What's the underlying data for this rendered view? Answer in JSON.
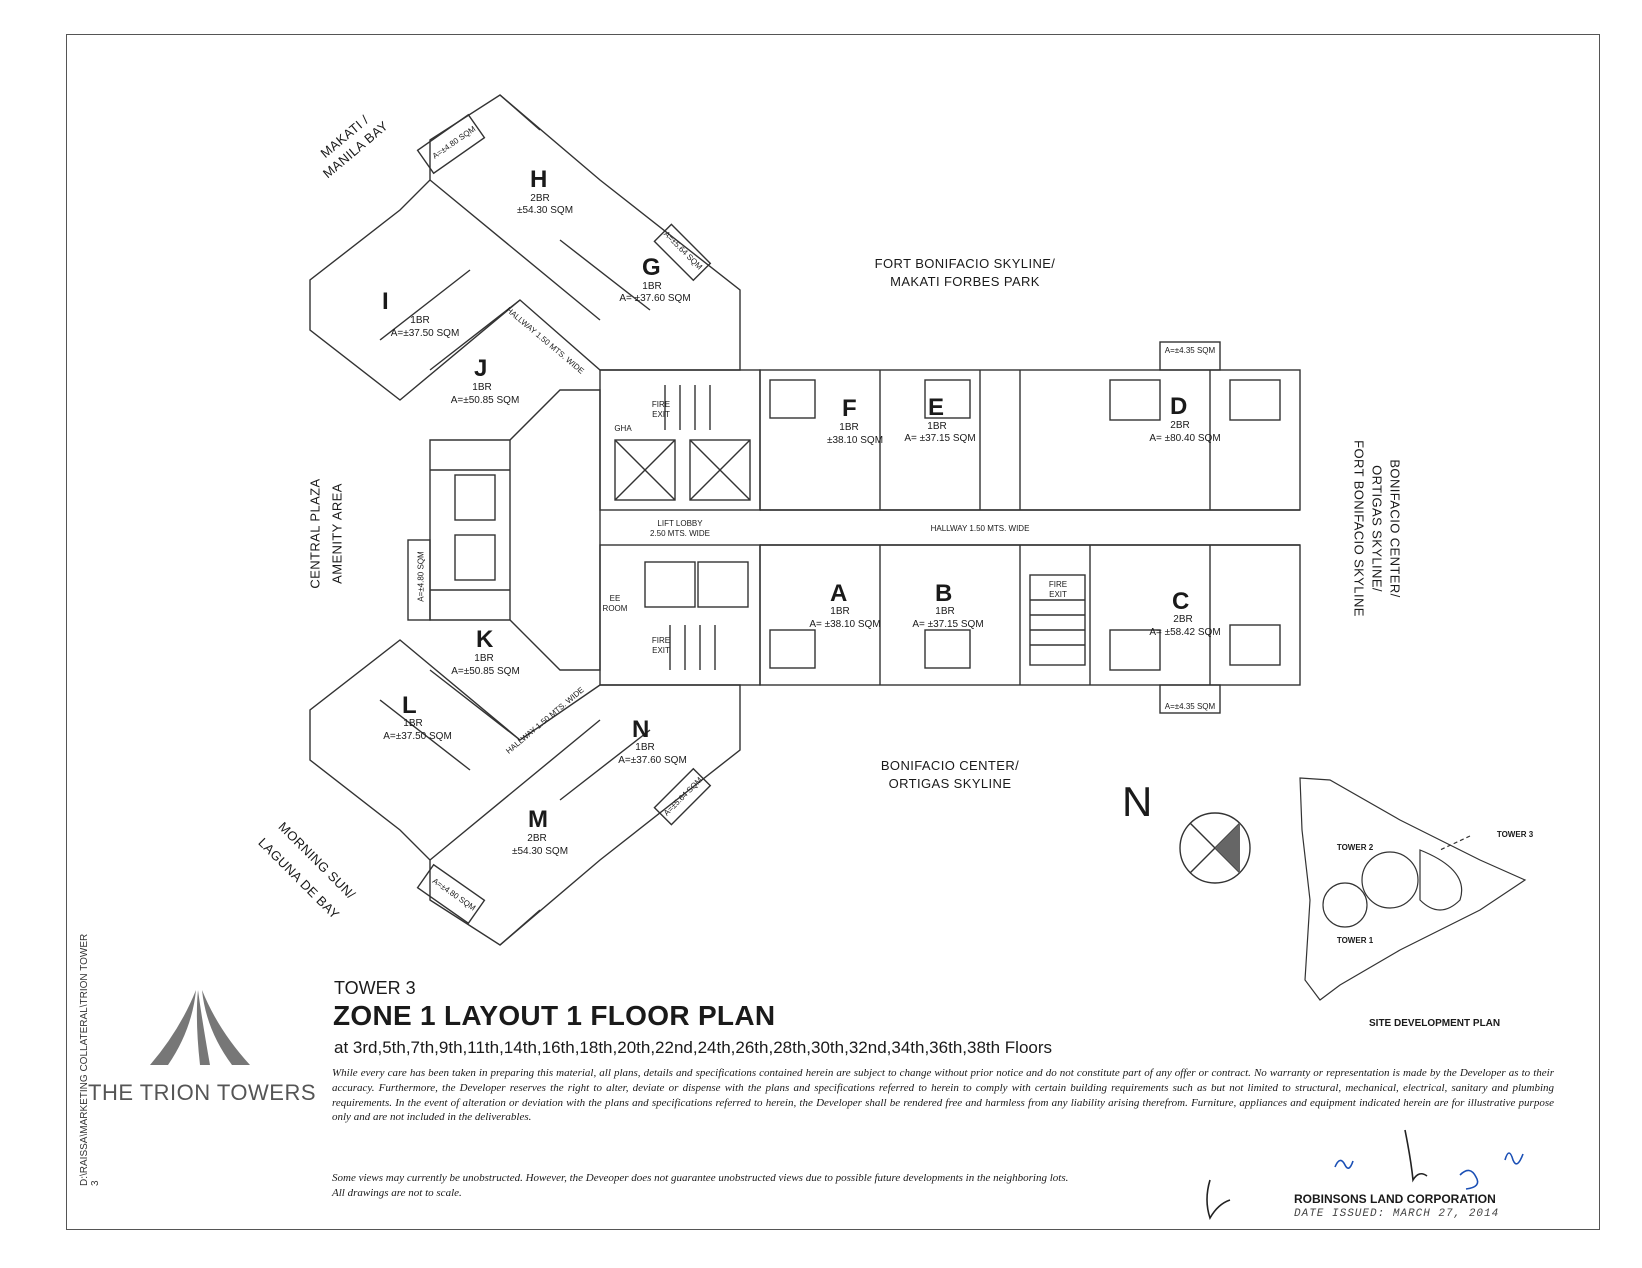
{
  "views": {
    "top_left": "MAKATI /\nMANILA BAY",
    "top_center_1": "FORT BONIFACIO SKYLINE/",
    "top_center_2": "MAKATI FORBES PARK",
    "left_1": "CENTRAL PLAZA",
    "left_2": "AMENITY AREA",
    "bottom_center_1": "BONIFACIO CENTER/",
    "bottom_center_2": "ORTIGAS SKYLINE",
    "right_1": "BONIFACIO CENTER/",
    "right_2": "ORTIGAS SKYLINE/",
    "right_3": "FORT BONIFACIO SKYLINE",
    "bottom_left_1": "MORNING SUN/",
    "bottom_left_2": "LAGUNA DE BAY"
  },
  "units": [
    {
      "letter": "H",
      "type": "2BR",
      "area": "±54.30 SQM"
    },
    {
      "letter": "G",
      "type": "1BR",
      "area": "A= ±37.60 SQM"
    },
    {
      "letter": "I",
      "type": "1BR",
      "area": "A=±37.50 SQM"
    },
    {
      "letter": "J",
      "type": "1BR",
      "area": "A=±50.85 SQM"
    },
    {
      "letter": "F",
      "type": "1BR",
      "area": "±38.10 SQM"
    },
    {
      "letter": "E",
      "type": "1BR",
      "area": "A= ±37.15 SQM"
    },
    {
      "letter": "D",
      "type": "2BR",
      "area": "A= ±80.40 SQM"
    },
    {
      "letter": "A",
      "type": "1BR",
      "area": "A= ±38.10 SQM"
    },
    {
      "letter": "B",
      "type": "1BR",
      "area": "A= ±37.15 SQM"
    },
    {
      "letter": "C",
      "type": "2BR",
      "area": "A= ±58.42 SQM"
    },
    {
      "letter": "K",
      "type": "1BR",
      "area": "A=±50.85 SQM"
    },
    {
      "letter": "L",
      "type": "1BR",
      "area": "A=±37.50 SQM"
    },
    {
      "letter": "N",
      "type": "1BR",
      "area": "A=±37.60 SQM"
    },
    {
      "letter": "M",
      "type": "2BR",
      "area": "±54.30 SQM"
    }
  ],
  "balconies": {
    "h": "A=±4.80 SQM",
    "g": "A=±5.64 SQM",
    "d": "A=±4.35 SQM",
    "left": "A=±4.80 SQM",
    "c": "A=±4.35 SQM",
    "n": "A=±5.64 SQM",
    "m": "A=±4.80 SQM"
  },
  "labels": {
    "fire_exit": "FIRE\nEXIT",
    "gha": "GHA",
    "ee_room": "EE\nROOM",
    "lift_lobby": "LIFT LOBBY\n2.50 MTS. WIDE",
    "hallway": "HALLWAY 1.50 MTS. WIDE",
    "hallway_diag": "HALLWAY 1.50 MTS. WIDE"
  },
  "north": "N",
  "site": {
    "title": "SITE DEVELOPMENT PLAN",
    "tower1": "TOWER 1",
    "tower2": "TOWER 2",
    "tower3": "TOWER 3"
  },
  "title": {
    "tower": "TOWER 3",
    "main": "ZONE 1 LAYOUT 1 FLOOR PLAN",
    "floors": "at 3rd,5th,7th,9th,11th,14th,16th,18th,20th,22nd,24th,26th,28th,30th,32nd,34th,36th,38th Floors"
  },
  "disclaimer": "While every care has been taken in preparing this material, all plans, details and specifications contained herein are subject to change without prior notice and do not constitute part of any offer or contract. No warranty or representation is made by the Developer as to their accuracy. Furthermore, the Developer reserves the right to alter, deviate or dispense with the plans and specifications referred to herein to comply with certain building requirements such as but not limited to structural, mechanical, electrical, sanitary and plumbing requirements. In the event of alteration or deviation with the plans and specifications referred to herein, the Developer shall be rendered free and harmless from any liability arising therefrom. Furniture, appliances and equipment indicated herein are for illustrative purpose only and are not included in the deliverables.",
  "note": "Some views may currently be unobstructed. However, the Deveoper does not guarantee unobstructed views due to possible future developments in the neighboring lots.\nAll drawings are not to scale.",
  "brand": "THE TRION TOWERS",
  "file_path": "D:\\RAISSA\\MARKETING COLLATERAL\\TRION TOWER 3",
  "corporation": "ROBINSONS LAND CORPORATION",
  "issued": "DATE ISSUED: MARCH 27, 2014",
  "colors": {
    "line": "#333333",
    "accent": "#1a4fb5"
  }
}
